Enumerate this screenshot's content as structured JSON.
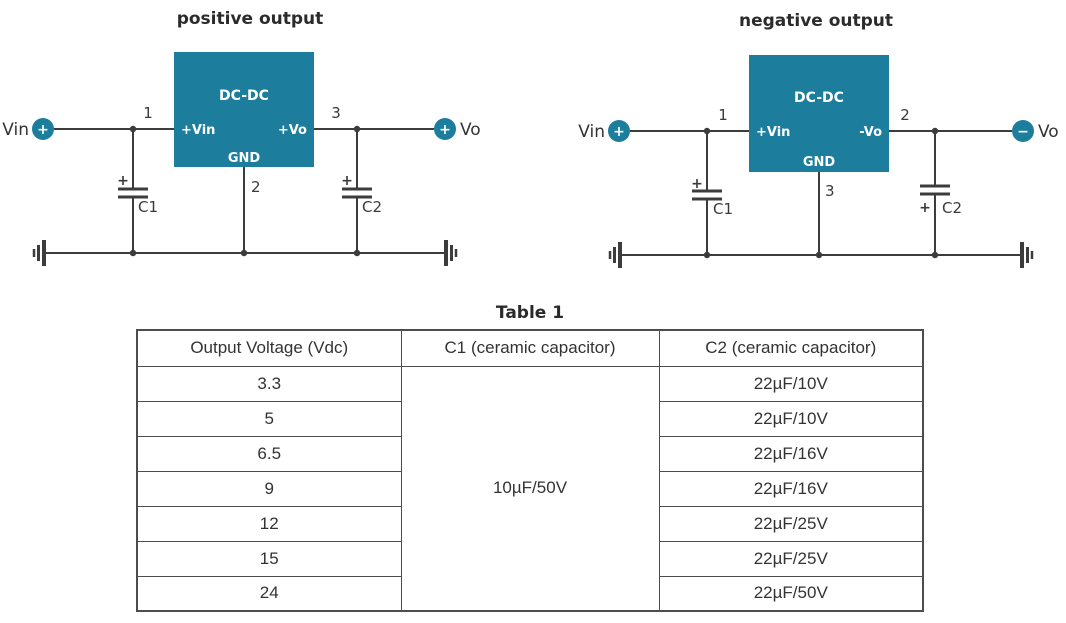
{
  "colors": {
    "accent_teal": "#1d7d9d",
    "wire": "#3c3c3c"
  },
  "positive_circuit": {
    "title": "positive output",
    "block_label": "DC-DC",
    "pins": {
      "input_number": "1",
      "input_label": "+Vin",
      "output_number": "3",
      "output_label": "+Vo",
      "gnd_number": "2",
      "gnd_label": "GND"
    },
    "input": {
      "label": "Vin",
      "polarity": "+"
    },
    "output": {
      "label": "Vo",
      "polarity": "+"
    },
    "cap1": {
      "label": "C1",
      "polarity": "+"
    },
    "cap2": {
      "label": "C2",
      "polarity": "+"
    }
  },
  "negative_circuit": {
    "title": "negative output",
    "block_label": "DC-DC",
    "pins": {
      "input_number": "1",
      "input_label": "+Vin",
      "output_number": "2",
      "output_label": "-Vo",
      "gnd_number": "3",
      "gnd_label": "GND"
    },
    "input": {
      "label": "Vin",
      "polarity": "+"
    },
    "output": {
      "label": "Vo",
      "polarity": "−"
    },
    "cap1": {
      "label": "C1",
      "polarity": "+"
    },
    "cap2": {
      "label": "C2",
      "polarity": "+"
    }
  },
  "table": {
    "title": "Table 1",
    "headers": [
      "Output Voltage (Vdc)",
      "C1 (ceramic capacitor)",
      "C2 (ceramic capacitor)"
    ],
    "c1_common_value": "10µF/50V",
    "rows": [
      {
        "voltage": "3.3",
        "c2": "22µF/10V"
      },
      {
        "voltage": "5",
        "c2": "22µF/10V"
      },
      {
        "voltage": "6.5",
        "c2": "22µF/16V"
      },
      {
        "voltage": "9",
        "c2": "22µF/16V"
      },
      {
        "voltage": "12",
        "c2": "22µF/25V"
      },
      {
        "voltage": "15",
        "c2": "22µF/25V"
      },
      {
        "voltage": "24",
        "c2": "22µF/50V"
      }
    ]
  }
}
